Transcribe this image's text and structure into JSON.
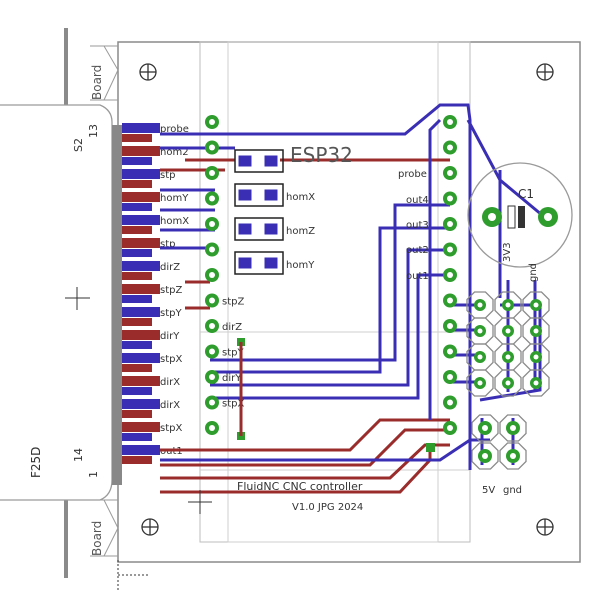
{
  "connector": {
    "name": "F25D",
    "pin_top": "13",
    "pin_bottom": "1",
    "pin_14": "14",
    "shield": "S2",
    "board_label": "Board"
  },
  "module": {
    "name": "ESP32"
  },
  "capacitor": {
    "name": "C1"
  },
  "silkscreen": {
    "board_title": "FluidNC CNC controller",
    "version": "V1.0 JPG 2024",
    "power_3v3": "3V3",
    "power_gnd": "gnd",
    "power_5v": "5V",
    "power_gnd2": "gnd"
  },
  "signals_connector_side": [
    "probe",
    "hom2",
    "stp",
    "homY",
    "homX",
    "stp",
    "dirZ",
    "stpZ",
    "stpY",
    "dirY",
    "stpX",
    "dirX",
    "dirX",
    "stpX",
    "out1"
  ],
  "signals_resistor_side": [
    "homX",
    "homZ",
    "homY"
  ],
  "signals_board_right": [
    "probe",
    "out4",
    "out3",
    "out2",
    "out1"
  ],
  "signals_left_column": [
    "stpZ",
    "dirZ",
    "stpY",
    "dirY",
    "stpX"
  ],
  "colors": {
    "top_copper": "#3a2fb4",
    "bottom_copper": "#9a2c2c",
    "pad": "#2e9d2e",
    "outline": "#7a7a7a"
  }
}
